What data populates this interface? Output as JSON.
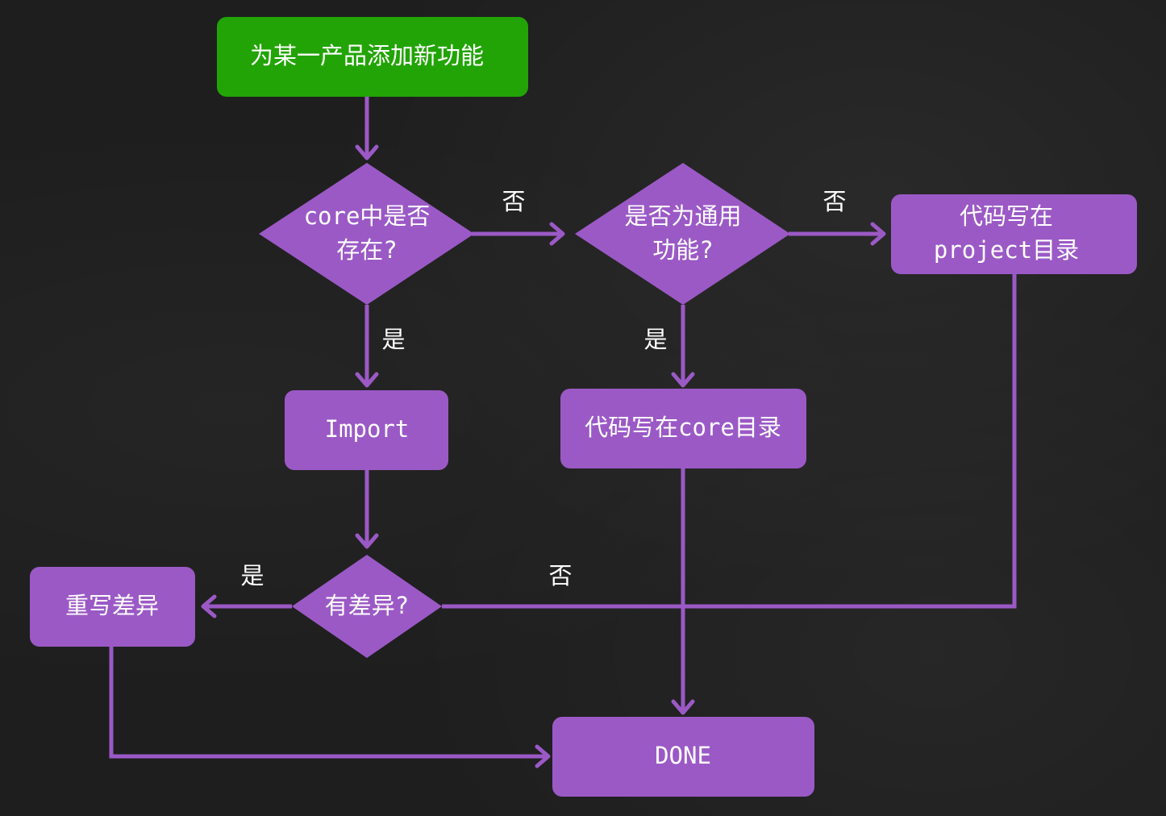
{
  "colors": {
    "background": "#1e1e1e",
    "start_node": "#22a406",
    "node": "#9b59c6",
    "edge": "#9b59c6",
    "text": "#ffffff"
  },
  "nodes": {
    "start": "为某一产品添加新功能",
    "q_core_exists_line1": "core中是否",
    "q_core_exists_line2": "存在?",
    "q_common_line1": "是否为通用",
    "q_common_line2": "功能?",
    "write_project_line1": "代码写在",
    "write_project_line2": "project目录",
    "import": "Import",
    "write_core": "代码写在core目录",
    "q_diff": "有差异?",
    "rewrite_diff": "重写差异",
    "done": "DONE"
  },
  "edge_labels": {
    "core_no": "否",
    "common_no": "否",
    "core_yes": "是",
    "common_yes": "是",
    "diff_yes": "是",
    "diff_no": "否"
  }
}
